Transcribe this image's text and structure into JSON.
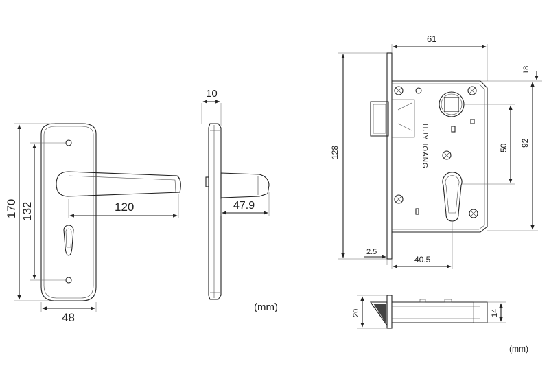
{
  "handle": {
    "height_label": "170",
    "hole_spacing_label": "132",
    "lever_length_label": "120",
    "width_label": "48",
    "thickness_label": "10",
    "projection_label": "47.9",
    "unit_label": "(mm)"
  },
  "lock_body": {
    "faceplate_length_label": "128",
    "body_depth_label": "61",
    "top_offset_label": "18",
    "center_distance_label": "92",
    "latch_to_key_label": "50",
    "faceplate_thickness_label": "2.5",
    "backset_label": "40.5",
    "brand_text": "HUYHOANG",
    "height_20_label": "20",
    "height_14_label": "14",
    "unit_label": "(mm)"
  }
}
